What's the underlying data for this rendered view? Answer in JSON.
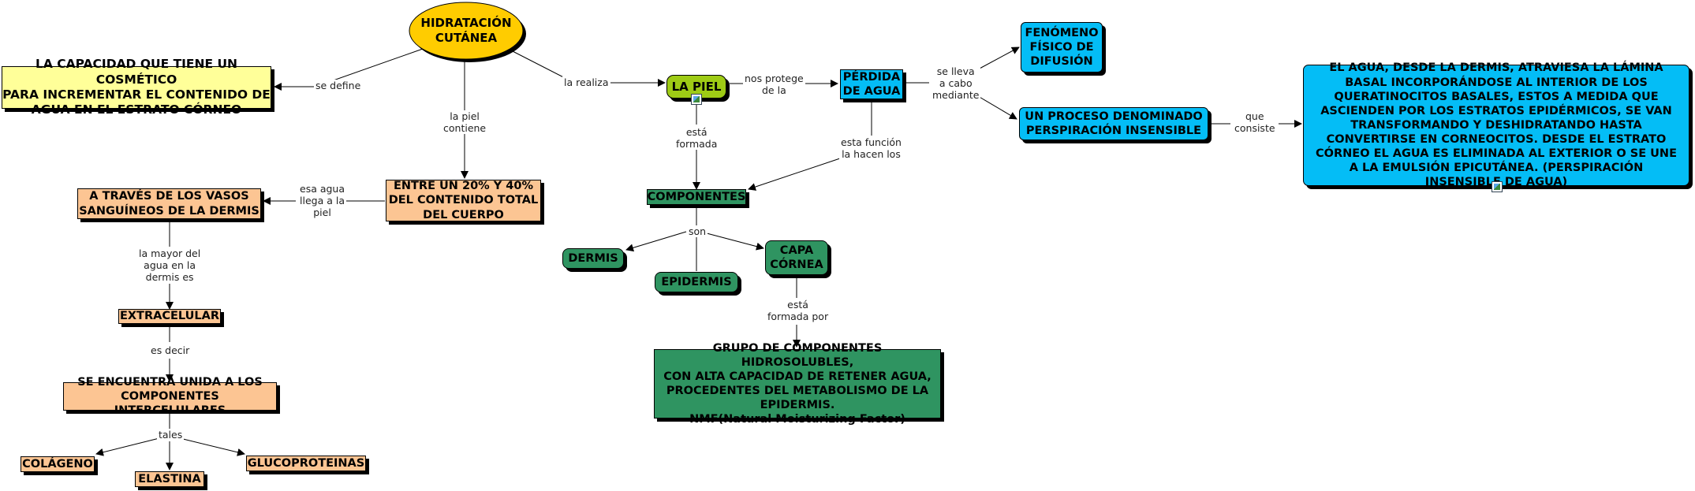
{
  "nodes": {
    "hidratacion": "HIDRATACIÓN\nCUTÁNEA",
    "capacidad": "LA CAPACIDAD QUE TIENE UN COSMÉTICO\nPARA INCREMENTAR EL CONTENIDO DE\nAGUA EN EL ESTRATO CÓRNEO",
    "la_piel": "LA PIEL",
    "perdida": "PÉRDIDA\nDE AGUA",
    "fenomeno": "FENÓMENO\nFÍSICO DE\nDIFUSIÓN",
    "proceso": "UN PROCESO DENOMINADO\nPERSPIRACIÓN INSENSIBLE",
    "agua_dermis": "EL AGUA, DESDE LA DERMIS, ATRAVIESA LA LÁMINA BASAL INCORPORÁNDOSE AL INTERIOR DE LOS QUERATINOCITOS BASALES, ESTOS A MEDIDA QUE ASCIENDEN POR LOS ESTRATOS EPIDÉRMICOS, SE VAN TRANSFORMANDO Y DESHIDRATANDO HASTA CONVERTIRSE EN CORNEOCITOS. DESDE EL ESTRATO CÓRNEO EL AGUA ES ELIMINADA AL EXTERIOR O SE UNE A LA EMULSIÓN EPICUTÁNEA. (PERSPIRACIÓN INSENSIBLE DE AGUA)",
    "entre": "ENTRE UN 20% Y 40%\nDEL CONTENIDO TOTAL\nDEL CUERPO",
    "vasos": "A TRAVÉS DE LOS VASOS\nSANGUÍNEOS DE LA DERMIS",
    "extracelular": "EXTRACELULAR",
    "unida": "SE ENCUENTRA UNIDA A LOS\nCOMPONENTES INTERCELULARES",
    "colageno": "COLÁGENO",
    "elastina": "ELASTINA",
    "glucoproteinas": "GLUCOPROTEINAS",
    "componentes": "COMPONENTES",
    "dermis": "DERMIS",
    "epidermis": "EPIDERMIS",
    "capa_cornea": "CAPA\nCÓRNEA",
    "grupo": "GRUPO DE COMPONENTES HIDROSOLUBLES,\nCON ALTA CAPACIDAD DE RETENER AGUA,\nPROCEDENTES DEL METABOLISMO DE LA\nEPIDERMIS.\nNMF(Natural Moisturizing Factor)"
  },
  "links": {
    "se_define": "se define",
    "la_realiza": "la realiza",
    "la_piel_contiene": "la piel\ncontiene",
    "nos_protege": "nos protege\nde la",
    "se_lleva": "se lleva\na cabo\nmediante",
    "que_consiste": "que\nconsiste",
    "esta_formada": "está\nformada",
    "esta_funcion": "esta función\nla hacen los",
    "esa_agua": "esa agua\nllega a la\npiel",
    "la_mayor": "la mayor del\nagua en la\ndermis es",
    "es_decir": "es decir",
    "tales": "tales",
    "son": "son",
    "esta_formada_por": "está\nformada por"
  },
  "colors": {
    "ellipse": "#ffcc00",
    "yellow_box": "#ffff99",
    "peach": "#fcc593",
    "green": "#2f9461",
    "lime": "#9ecb15",
    "cyan": "#04bdf6"
  }
}
